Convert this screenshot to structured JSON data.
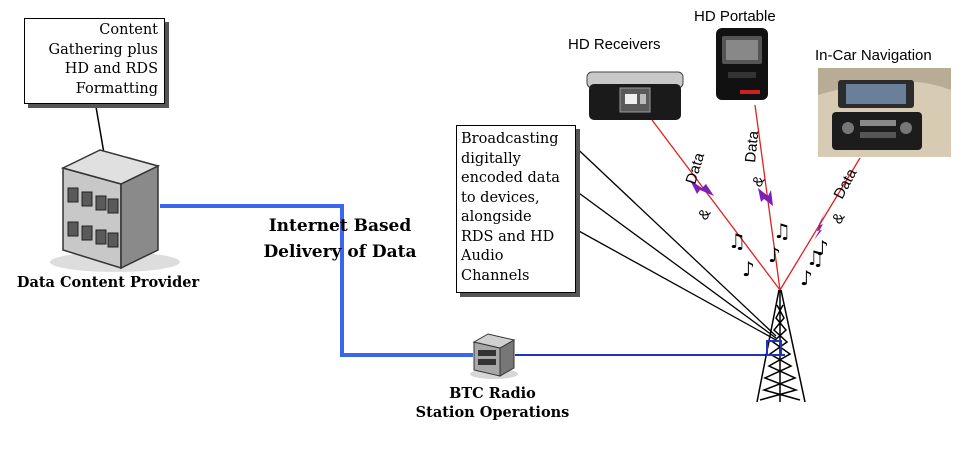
{
  "callouts": {
    "provider": "Content\nGathering plus\nHD and RDS\nFormatting",
    "broadcast": "Broadcasting\ndigitally\nencoded data\nto devices,\nalongside\nRDS and HD\nAudio\nChannels"
  },
  "labels": {
    "internet": "Internet Based\nDelivery of Data",
    "provider": "Data Content Provider",
    "btc": "BTC Radio\nStation Operations"
  },
  "devices": {
    "hd_receivers": "HD Receivers",
    "hd_portable": "HD Portable",
    "in_car": "In-Car Navigation"
  },
  "signals": {
    "data_label": "Data",
    "ampersand": "&"
  },
  "colors": {
    "network_line": "#3a66ee",
    "signal_line": "#dd2222",
    "data_bolt": "#7d20b8"
  },
  "icons": [
    "building-icon",
    "radio-station-icon",
    "radio-tower-icon",
    "hd-receiver-icon",
    "hd-portable-icon",
    "in-car-navigation-icon",
    "music-note-icon",
    "data-bolt-icon"
  ]
}
